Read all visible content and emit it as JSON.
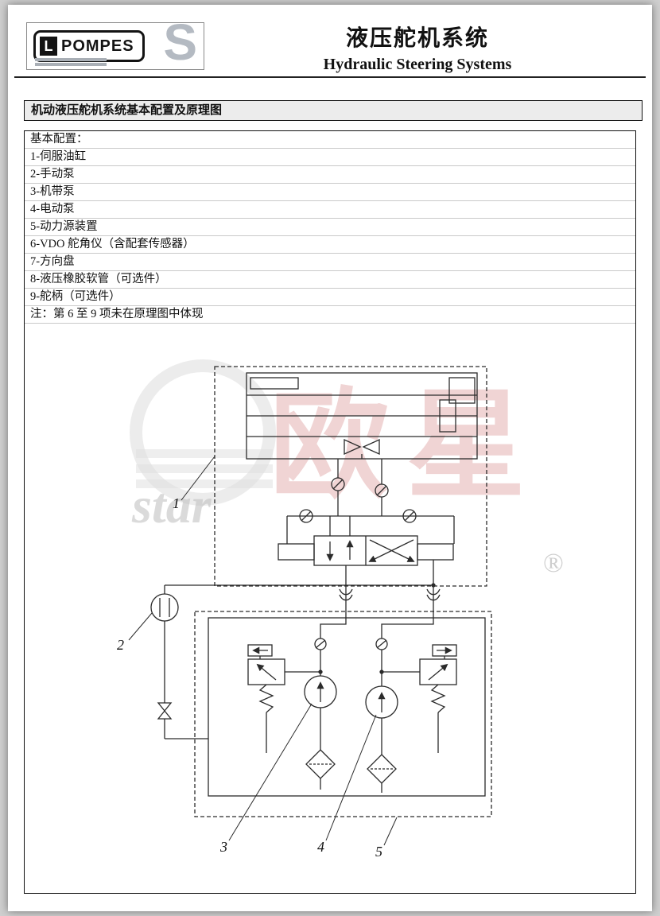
{
  "header": {
    "logo": {
      "brand": "POMPES",
      "letter_l": "L",
      "letter_s": "S"
    },
    "title_zh": "液压舵机系统",
    "title_en": "Hydraulic Steering Systems"
  },
  "section": {
    "title": "机动液压舵机系统基本配置及原理图"
  },
  "config_list": {
    "items": [
      "基本配置：",
      "1-伺服油缸",
      "2-手动泵",
      "3-机带泵",
      "4-电动泵",
      "5-动力源装置",
      "6-VDO 舵角仪（含配套传感器）",
      "7-方向盘",
      "8-液压橡胶软管（可选件）",
      "9-舵柄（可选件）",
      "注：第 6 至 9 项未在原理图中体现"
    ]
  },
  "diagram": {
    "callouts": [
      "1",
      "2",
      "3",
      "4",
      "5"
    ],
    "watermark": {
      "text_zh": "欧星",
      "text_en": "star",
      "reg_mark": "®",
      "color_red": "#e0a1a1",
      "color_gray": "#c2c2c2"
    }
  }
}
